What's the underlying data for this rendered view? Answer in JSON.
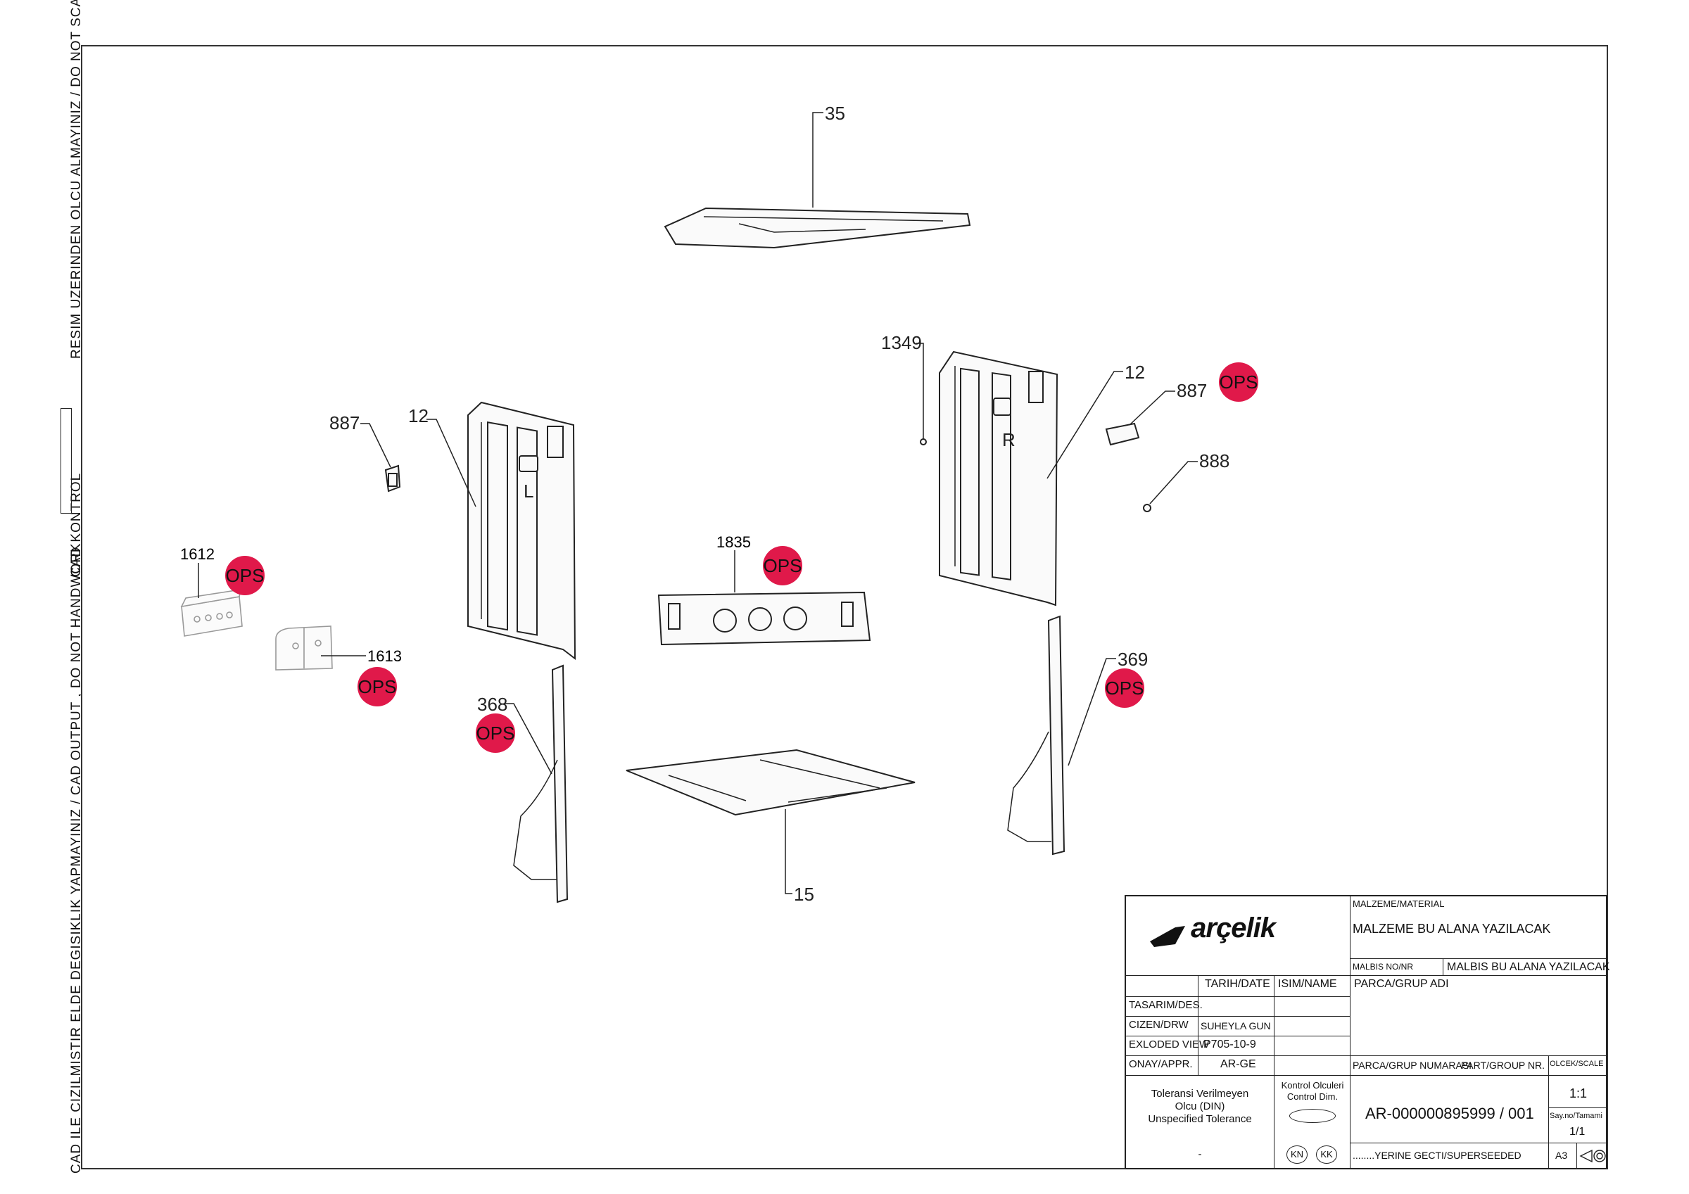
{
  "side_notes": {
    "do_not_scale": "RESIM UZERINDEN OLCU ALMAYINIZ / DO NOT SCALE",
    "cad_kontrol": "CAD KONTROL",
    "cad_output": "CAD ILE CIZILMISTIR ELDE DEGISIKLIK YAPMAYINIZ / CAD OUTPUT , DO NOT HANDWORK"
  },
  "callouts": {
    "c35": "35",
    "c1349": "1349",
    "c12_right": "12",
    "c887_right": "887",
    "c888": "888",
    "c887_left": "887",
    "c12_left": "12",
    "c1612": "1612",
    "c1613": "1613",
    "c1835": "1835",
    "c368": "368",
    "c369": "369",
    "c15": "15",
    "part_mark_l": "L",
    "part_mark_r": "R"
  },
  "ops_badges": {
    "label": "OPS",
    "color": "#e0194a"
  },
  "title_block": {
    "logo": "arçelik",
    "material_header": "MALZEME/MATERIAL",
    "material_value": "MALZEME BU ALANA YAZILACAK",
    "malbis_label": "MALBIS NO/NR",
    "malbis_value": "MALBIS BU ALANA YAZILACAK",
    "date_header": "TARIH/DATE",
    "name_header": "ISIM/NAME",
    "part_name_label": "PARCA/GRUP ADI",
    "row_design": "TASARIM/DES.",
    "row_drawn": "CIZEN/DRW",
    "row_drawn_name": "SUHEYLA GUN",
    "row_view": "EXLODED VIEW",
    "row_view_code": "P705-10-9",
    "row_approval": "ONAY/APPR.",
    "row_approval_name": "AR-GE",
    "part_no_label": "PARCA/GRUP NUMARASI",
    "part_no_label_en": "PART/GROUP NR.",
    "scale_label": "OLCEK/SCALE",
    "scale_value": "1:1",
    "part_no_value": "AR-000000895999 / 001",
    "sheet_label": "Say.no/Tamami",
    "sheet_value": "1/1",
    "tolerance_tr": "Toleransi Verilmeyen",
    "tolerance_din": "Olcu (DIN)",
    "tolerance_en": "Unspecified Tolerance",
    "tolerance_dash": "-",
    "control_tr": "Kontrol Olculeri",
    "control_en": "Control Dim.",
    "kn": "KN",
    "kk": "KK",
    "superseded": "........YERINE GECTI/SUPERSEEDED",
    "paper_size": "A3"
  }
}
